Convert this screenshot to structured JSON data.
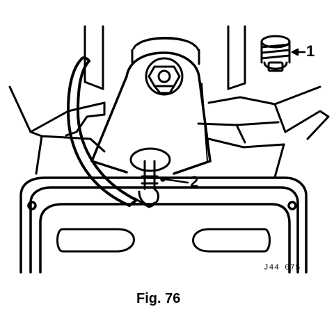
{
  "figure": {
    "caption": "Fig. 76",
    "reference_code": "J44  075"
  },
  "callouts": [
    {
      "label": "1",
      "part": "threaded-plug"
    },
    {
      "label": "2",
      "part": "hose-connector"
    }
  ]
}
